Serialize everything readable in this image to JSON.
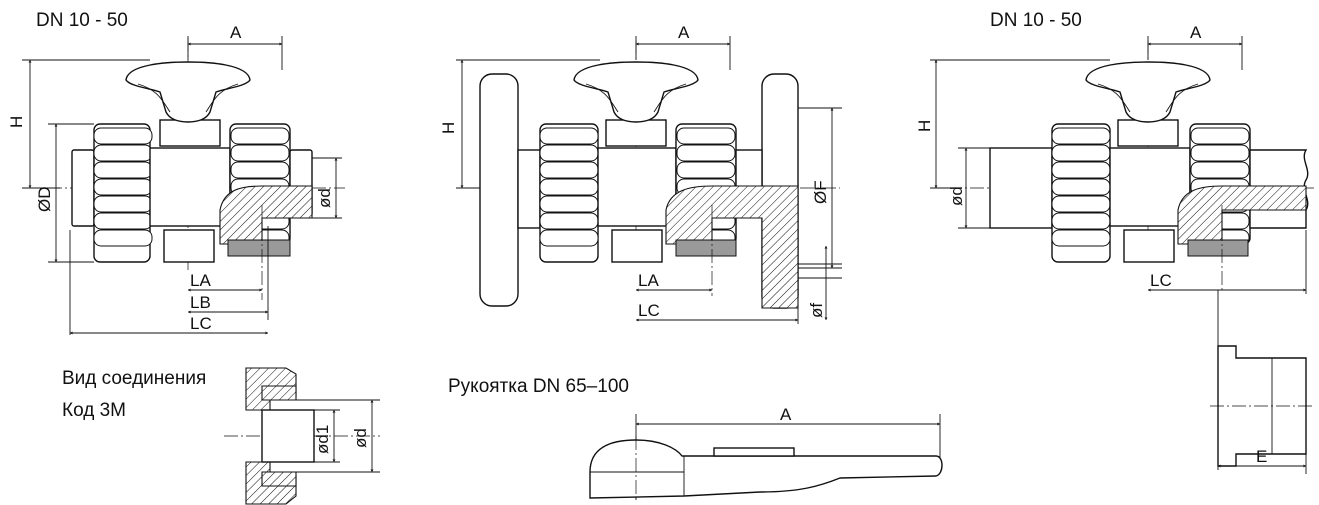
{
  "captions": {
    "left_title": "DN 10 - 50",
    "right_title": "DN 10 - 50",
    "connection_line1": "Вид соединения",
    "connection_line2": "Код 3M",
    "handle_title": "Рукоятка DN 65–100"
  },
  "dimensions": {
    "a": "A",
    "h": "H",
    "od_big": "ØD",
    "od_small": "ød",
    "la": "LA",
    "lb": "LB",
    "lc": "LC",
    "of_big": "ØF",
    "of_small": "øf",
    "od1": "ød1",
    "e": "E"
  },
  "colors": {
    "line": "#111111",
    "grey_fill": "#9a9a9a",
    "background": "#ffffff"
  }
}
